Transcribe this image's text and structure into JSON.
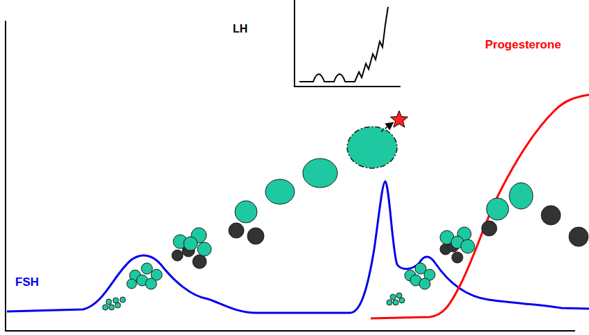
{
  "diagram": {
    "labels": [
      "LH",
      "Progesterone",
      "FSH"
    ]
  }
}
